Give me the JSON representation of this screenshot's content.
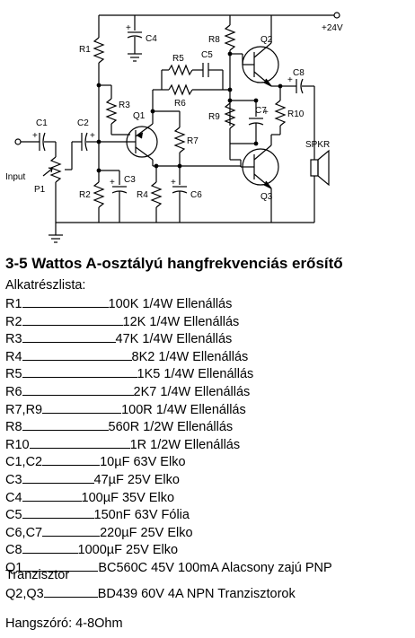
{
  "schematic": {
    "labels": {
      "supply": "+24V",
      "input": "Input",
      "speaker": "SPKR",
      "plus": "+",
      "R1": "R1",
      "R2": "R2",
      "R3": "R3",
      "R4": "R4",
      "R5": "R5",
      "R6": "R6",
      "R7": "R7",
      "R8": "R8",
      "R9": "R9",
      "R10": "R10",
      "C1": "C1",
      "C2": "C2",
      "C3": "C3",
      "C4": "C4",
      "C5": "C5",
      "C6": "C6",
      "C7": "C7",
      "C8": "C8",
      "P1": "P1",
      "Q1": "Q1",
      "Q2": "Q2",
      "Q3": "Q3"
    }
  },
  "title": "3-5 Wattos A-osztályú hangfrekvenciás erősítő",
  "parts_heading": "Alkatrészlista:",
  "parts": [
    {
      "ref": "R1",
      "value": "100K 1/4W Ellenállás"
    },
    {
      "ref": "R2",
      "value": "12K 1/4W Ellenállás"
    },
    {
      "ref": "R3",
      "value": "47K 1/4W Ellenállás"
    },
    {
      "ref": "R4",
      "value": "8K2 1/4W Ellenállás"
    },
    {
      "ref": "R5",
      "value": "1K5 1/4W Ellenállás"
    },
    {
      "ref": "R6",
      "value": "2K7 1/4W Ellenállás"
    },
    {
      "ref": "R7,R9",
      "value": "100R 1/4W Ellenállás"
    },
    {
      "ref": "R8",
      "value": "560R 1/2W Ellenállás"
    },
    {
      "ref": "R10",
      "value": "1R 1/2W Ellenállás"
    },
    {
      "ref": "C1,C2",
      "value": "10µF 63V Elko"
    },
    {
      "ref": "C3",
      "value": "47µF 25V Elko"
    },
    {
      "ref": "C4",
      "value": "100µF 35V Elko"
    },
    {
      "ref": "C5",
      "value": "150nF 63V Fólia"
    },
    {
      "ref": "C6,C7",
      "value": "220µF 25V Elko"
    },
    {
      "ref": "C8",
      "value": "1000µF 25V Elko"
    },
    {
      "ref": "Q1",
      "value": "BC560C 45V 100mA Alacsony zajú PNP"
    },
    {
      "ref": "Q2,Q3",
      "value": "BD439 60V 4A NPN Tranzisztorok"
    }
  ],
  "q1_wrap": "Tranzisztor",
  "speaker_note": "Hangszóró: 4-8Ohm"
}
